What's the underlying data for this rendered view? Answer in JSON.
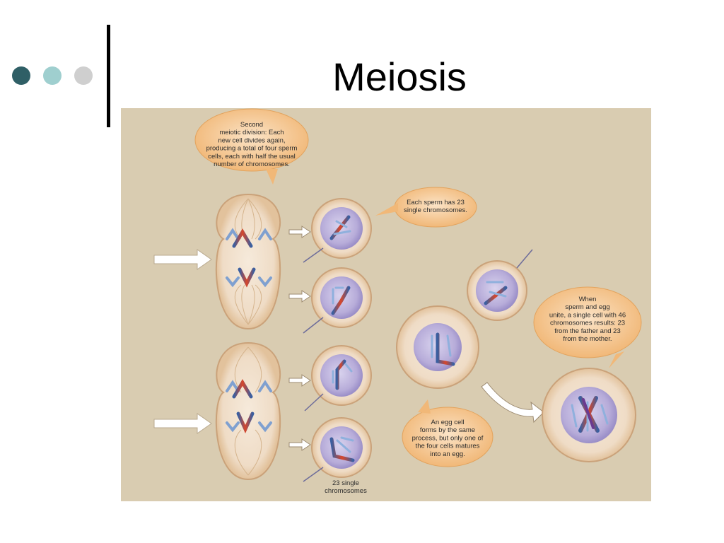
{
  "slide": {
    "title": "Meiosis",
    "dot_colors": [
      "#2f5f66",
      "#9fcfcf",
      "#cfcfcf"
    ]
  },
  "figure": {
    "background": "#d9ccb1",
    "captions": {
      "second_division": [
        "Second",
        "meiotic division: Each",
        "new cell divides again,",
        "producing a total of four sperm",
        "cells, each with half the usual",
        "number of chromosomes."
      ],
      "each_sperm": [
        "Each sperm has 23",
        "single chromosomes."
      ],
      "fertilization": [
        "When",
        "sperm and egg",
        "unite, a single cell with 46",
        "chromosomes results: 23",
        "from the father and 23",
        "from the mother."
      ],
      "egg_cell": [
        "An egg cell",
        "forms by the same",
        "process, but only one of",
        "the four cells matures",
        "into an egg."
      ],
      "single_chromosomes": [
        "23 single",
        "chromosomes"
      ]
    }
  }
}
